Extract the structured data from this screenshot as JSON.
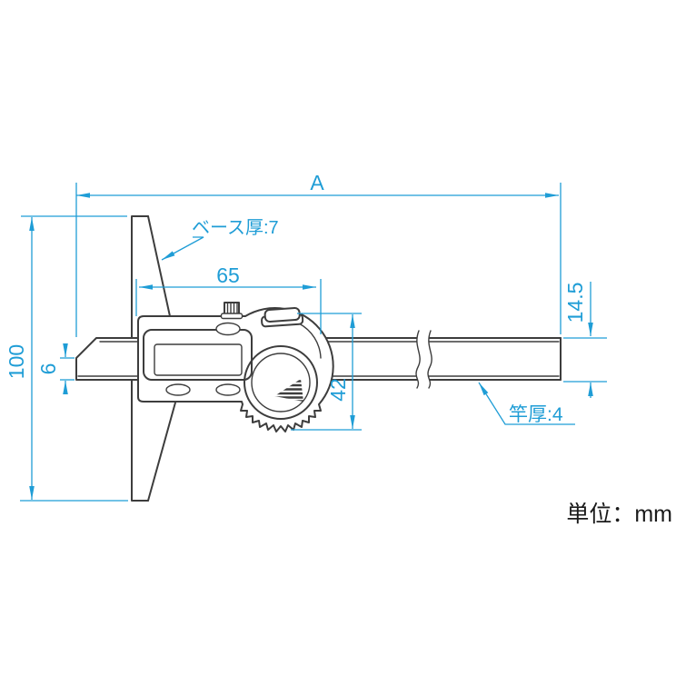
{
  "drawing": {
    "type": "technical-dimension-drawing",
    "subject": "digital-depth-gauge",
    "unit_note": "単位：mm",
    "dimensions": {
      "total_length_label": "A",
      "base_height": "100",
      "slider_length": "65",
      "slider_height": "42",
      "beam_width": "14.5",
      "rod_tip_face": "6"
    },
    "callouts": {
      "base_thickness": "ベース厚:7",
      "rod_thickness": "竿厚:4"
    },
    "colors": {
      "dimension_accent": "#1f9dd6",
      "outline": "#3d3d3d",
      "note_text": "#1a1a1a",
      "background": "#ffffff"
    }
  }
}
